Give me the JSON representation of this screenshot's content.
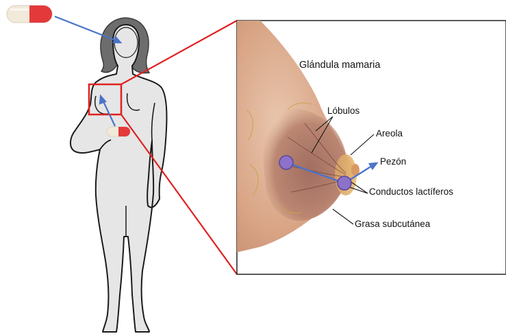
{
  "diagram": {
    "inset_title": "Glándula mamaria",
    "labels": {
      "lobulos": "Lóbulos",
      "areola": "Areola",
      "pezon": "Pezón",
      "conductos": "Conductos lactíferos",
      "grasa": "Grasa subcutánea"
    },
    "colors": {
      "body_fill": "#e6e6e6",
      "body_outline": "#1a1a1a",
      "hair": "#6d6d6d",
      "zoom_lines": "#e02020",
      "path_arrows": "#4a74c9",
      "pill_red": "#e3393b",
      "pill_cream": "#f2ead9",
      "markers": "#8c72c8",
      "tissue": "#c89479"
    },
    "icons": [
      "pill-capsule-icon",
      "pill-capsule-small-icon"
    ]
  }
}
